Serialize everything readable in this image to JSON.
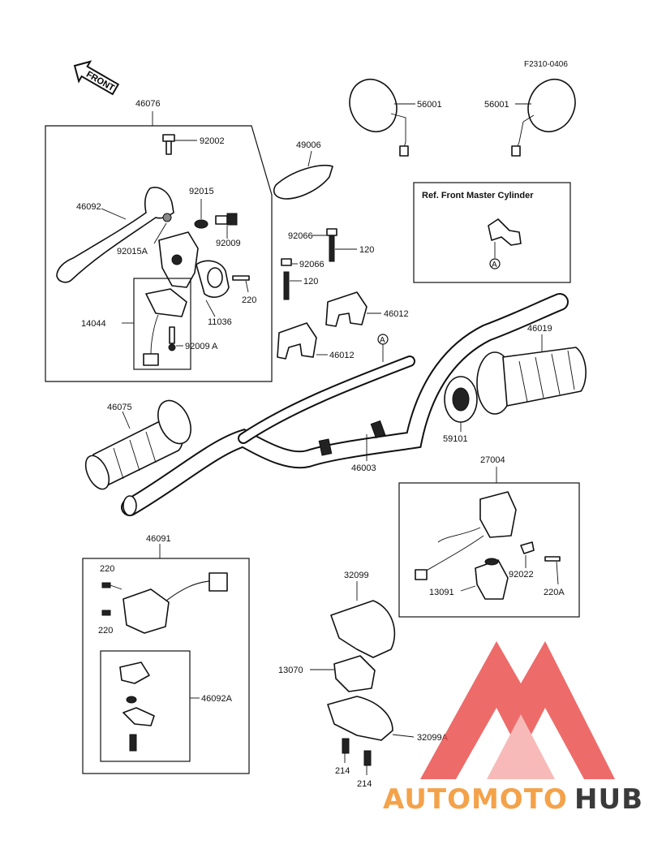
{
  "figure_code": "F2310-0406",
  "front_arrow_label": "FRONT",
  "ref_box_title": "Ref. Front Master Cylinder",
  "ref_marker": "A",
  "parts": {
    "p46076": "46076",
    "p92002": "92002",
    "p56001_l": "56001",
    "p56001_r": "56001",
    "p49006": "49006",
    "p46092": "46092",
    "p92015": "92015",
    "p92015A": "92015A",
    "p92009": "92009",
    "p92066_a": "92066",
    "p120_a": "120",
    "p92066_b": "92066",
    "p120_b": "120",
    "p220_top": "220",
    "p11036": "11036",
    "p14044": "14044",
    "p92009A": "92009 A",
    "p46012_a": "46012",
    "p46012_b": "46012",
    "p46019": "46019",
    "p46075": "46075",
    "p46003": "46003",
    "p59101": "59101",
    "p27004": "27004",
    "p46091": "46091",
    "p220_a": "220",
    "p220_b": "220",
    "p32099": "32099",
    "p13091": "13091",
    "p92022": "92022",
    "p220A": "220A",
    "p46092A": "46092A",
    "p13070": "13070",
    "p32099A": "32099A",
    "p214_a": "214",
    "p214_b": "214"
  },
  "watermark": {
    "part1": "AUTOMOTO",
    "part2": "HUB",
    "color1": "#f4a24a",
    "color2": "#3a3a3a",
    "logo_color": "#e8423f"
  }
}
